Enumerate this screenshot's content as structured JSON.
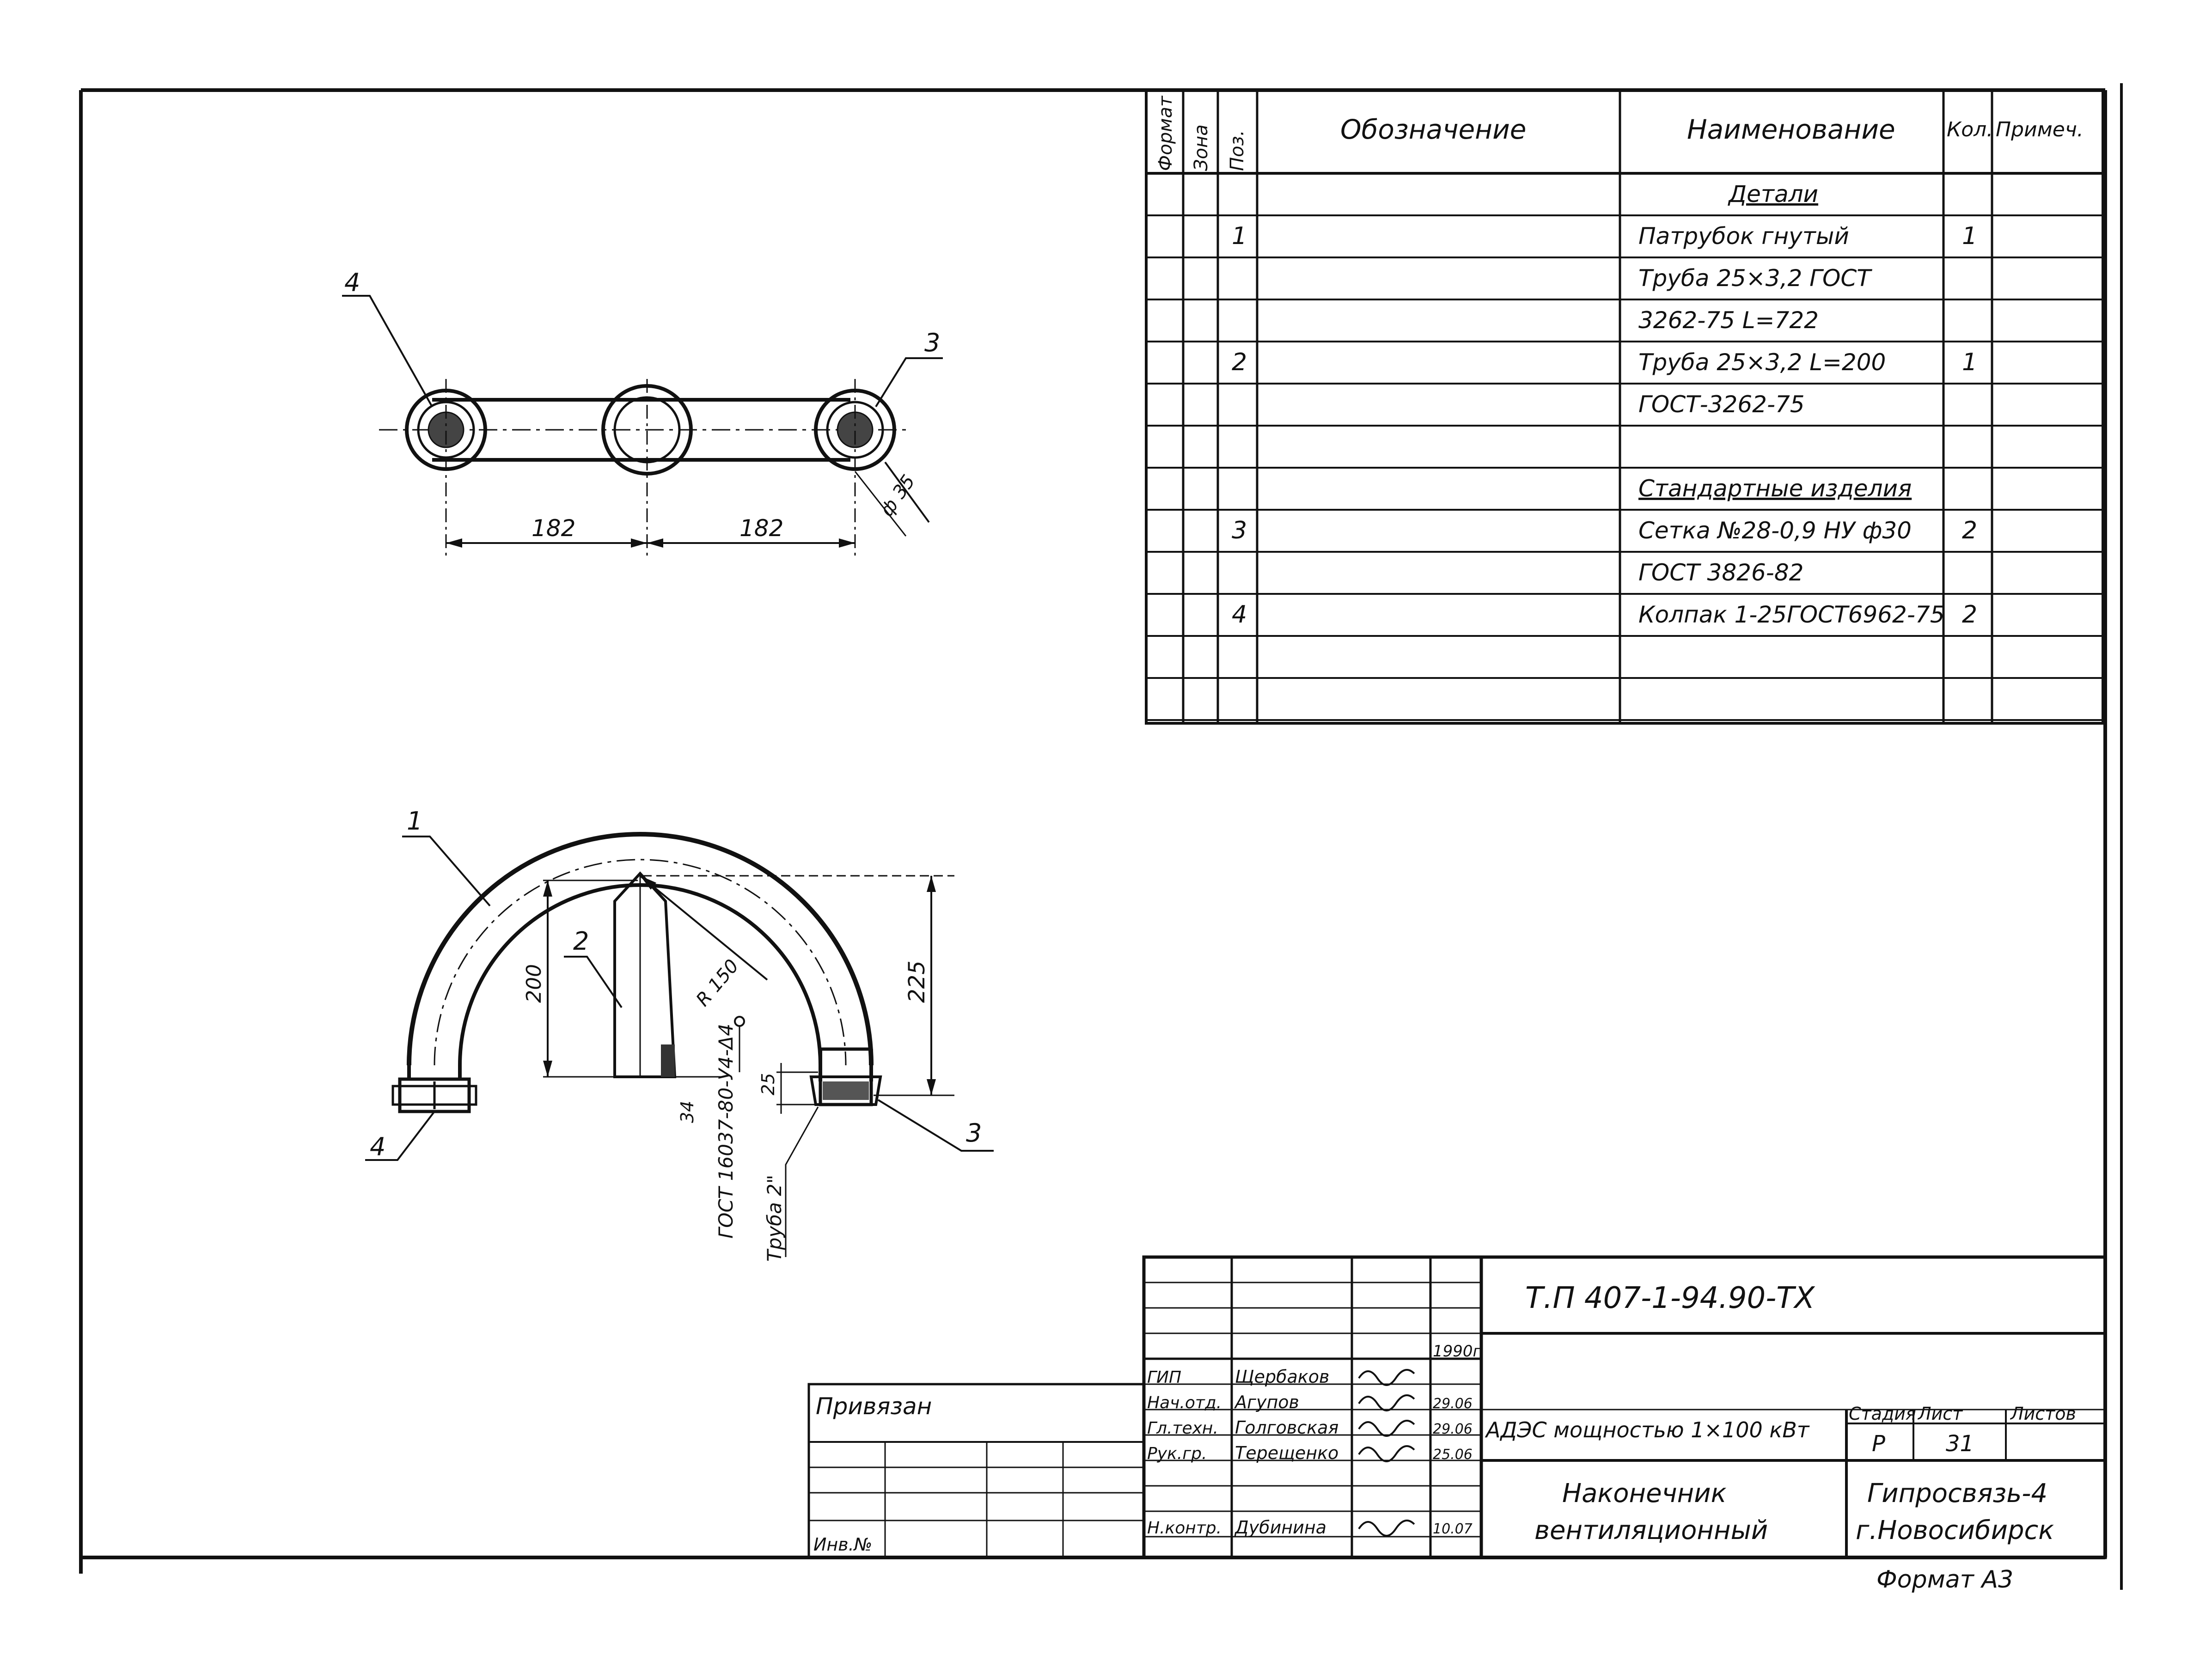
{
  "spec_table": {
    "headers": {
      "format": "Формат",
      "zone": "Зона",
      "pos": "Поз.",
      "designation": "Обозначение",
      "name": "Наименование",
      "qty": "Кол.",
      "note": "Примеч."
    },
    "rows": [
      {
        "pos": "",
        "name": "Детали",
        "qty": "",
        "heading": true
      },
      {
        "pos": "1",
        "name": "Патрубок гнутый",
        "qty": "1"
      },
      {
        "pos": "",
        "name": "Труба  25×3,2 ГОСТ",
        "qty": ""
      },
      {
        "pos": "",
        "name": "3262-75     L=722",
        "qty": ""
      },
      {
        "pos": "2",
        "name": "Труба  25×3,2 L=200",
        "qty": "1"
      },
      {
        "pos": "",
        "name": "ГОСТ-3262-75",
        "qty": ""
      },
      {
        "pos": "",
        "name": "",
        "qty": ""
      },
      {
        "pos": "",
        "name": "Стандартные изделия",
        "qty": "",
        "heading": true
      },
      {
        "pos": "3",
        "name": "Сетка №28-0,9 НУ ф30",
        "qty": "2"
      },
      {
        "pos": "",
        "name": "ГОСТ 3826-82",
        "qty": ""
      },
      {
        "pos": "4",
        "name": "Колпак 1-25ГОСТ6962-75",
        "qty": "2"
      },
      {
        "pos": "",
        "name": "",
        "qty": ""
      },
      {
        "pos": "",
        "name": "",
        "qty": ""
      }
    ]
  },
  "top_view": {
    "leader_4": "4",
    "leader_3": "3",
    "dim_left": "182",
    "dim_right": "182",
    "dim_diam": "ф 35"
  },
  "front_view": {
    "leader_1": "1",
    "leader_2": "2",
    "leader_3": "3",
    "leader_4": "4",
    "dim_200": "200",
    "dim_225": "225",
    "dim_r150": "R 150",
    "dim_34": "34",
    "dim_25": "25",
    "note_gost": "ГОСТ 16037-80-У4-Δ4",
    "note_pipe": "Труба 2\""
  },
  "title_block": {
    "doc_code": "Т.П 407-1-94.90-ТХ",
    "year": "1990г",
    "project": "АДЭС мощностью 1×100 кВт",
    "drawing_title_1": "Наконечник",
    "drawing_title_2": "вентиляционный",
    "org_1": "Гипросвязь-4",
    "org_2": "г.Новосибирск",
    "stage_label": "Стадия",
    "sheet_label": "Лист",
    "sheets_label": "Листов",
    "stage": "Р",
    "sheet": "31",
    "privyazan": "Привязан",
    "inv": "Инв.№",
    "format": "Формат А3",
    "staff": [
      {
        "role": "ГИП",
        "name": "Щербаков",
        "date": ""
      },
      {
        "role": "Нач.отд.",
        "name": "Агупов",
        "date": "29.06"
      },
      {
        "role": "Гл.техн.",
        "name": "Голговская",
        "date": "29.06"
      },
      {
        "role": "Рук.гр.",
        "name": "Терещенко",
        "date": "25.06"
      },
      {
        "role": "Н.контр.",
        "name": "Дубинина",
        "date": "10.07"
      }
    ]
  }
}
